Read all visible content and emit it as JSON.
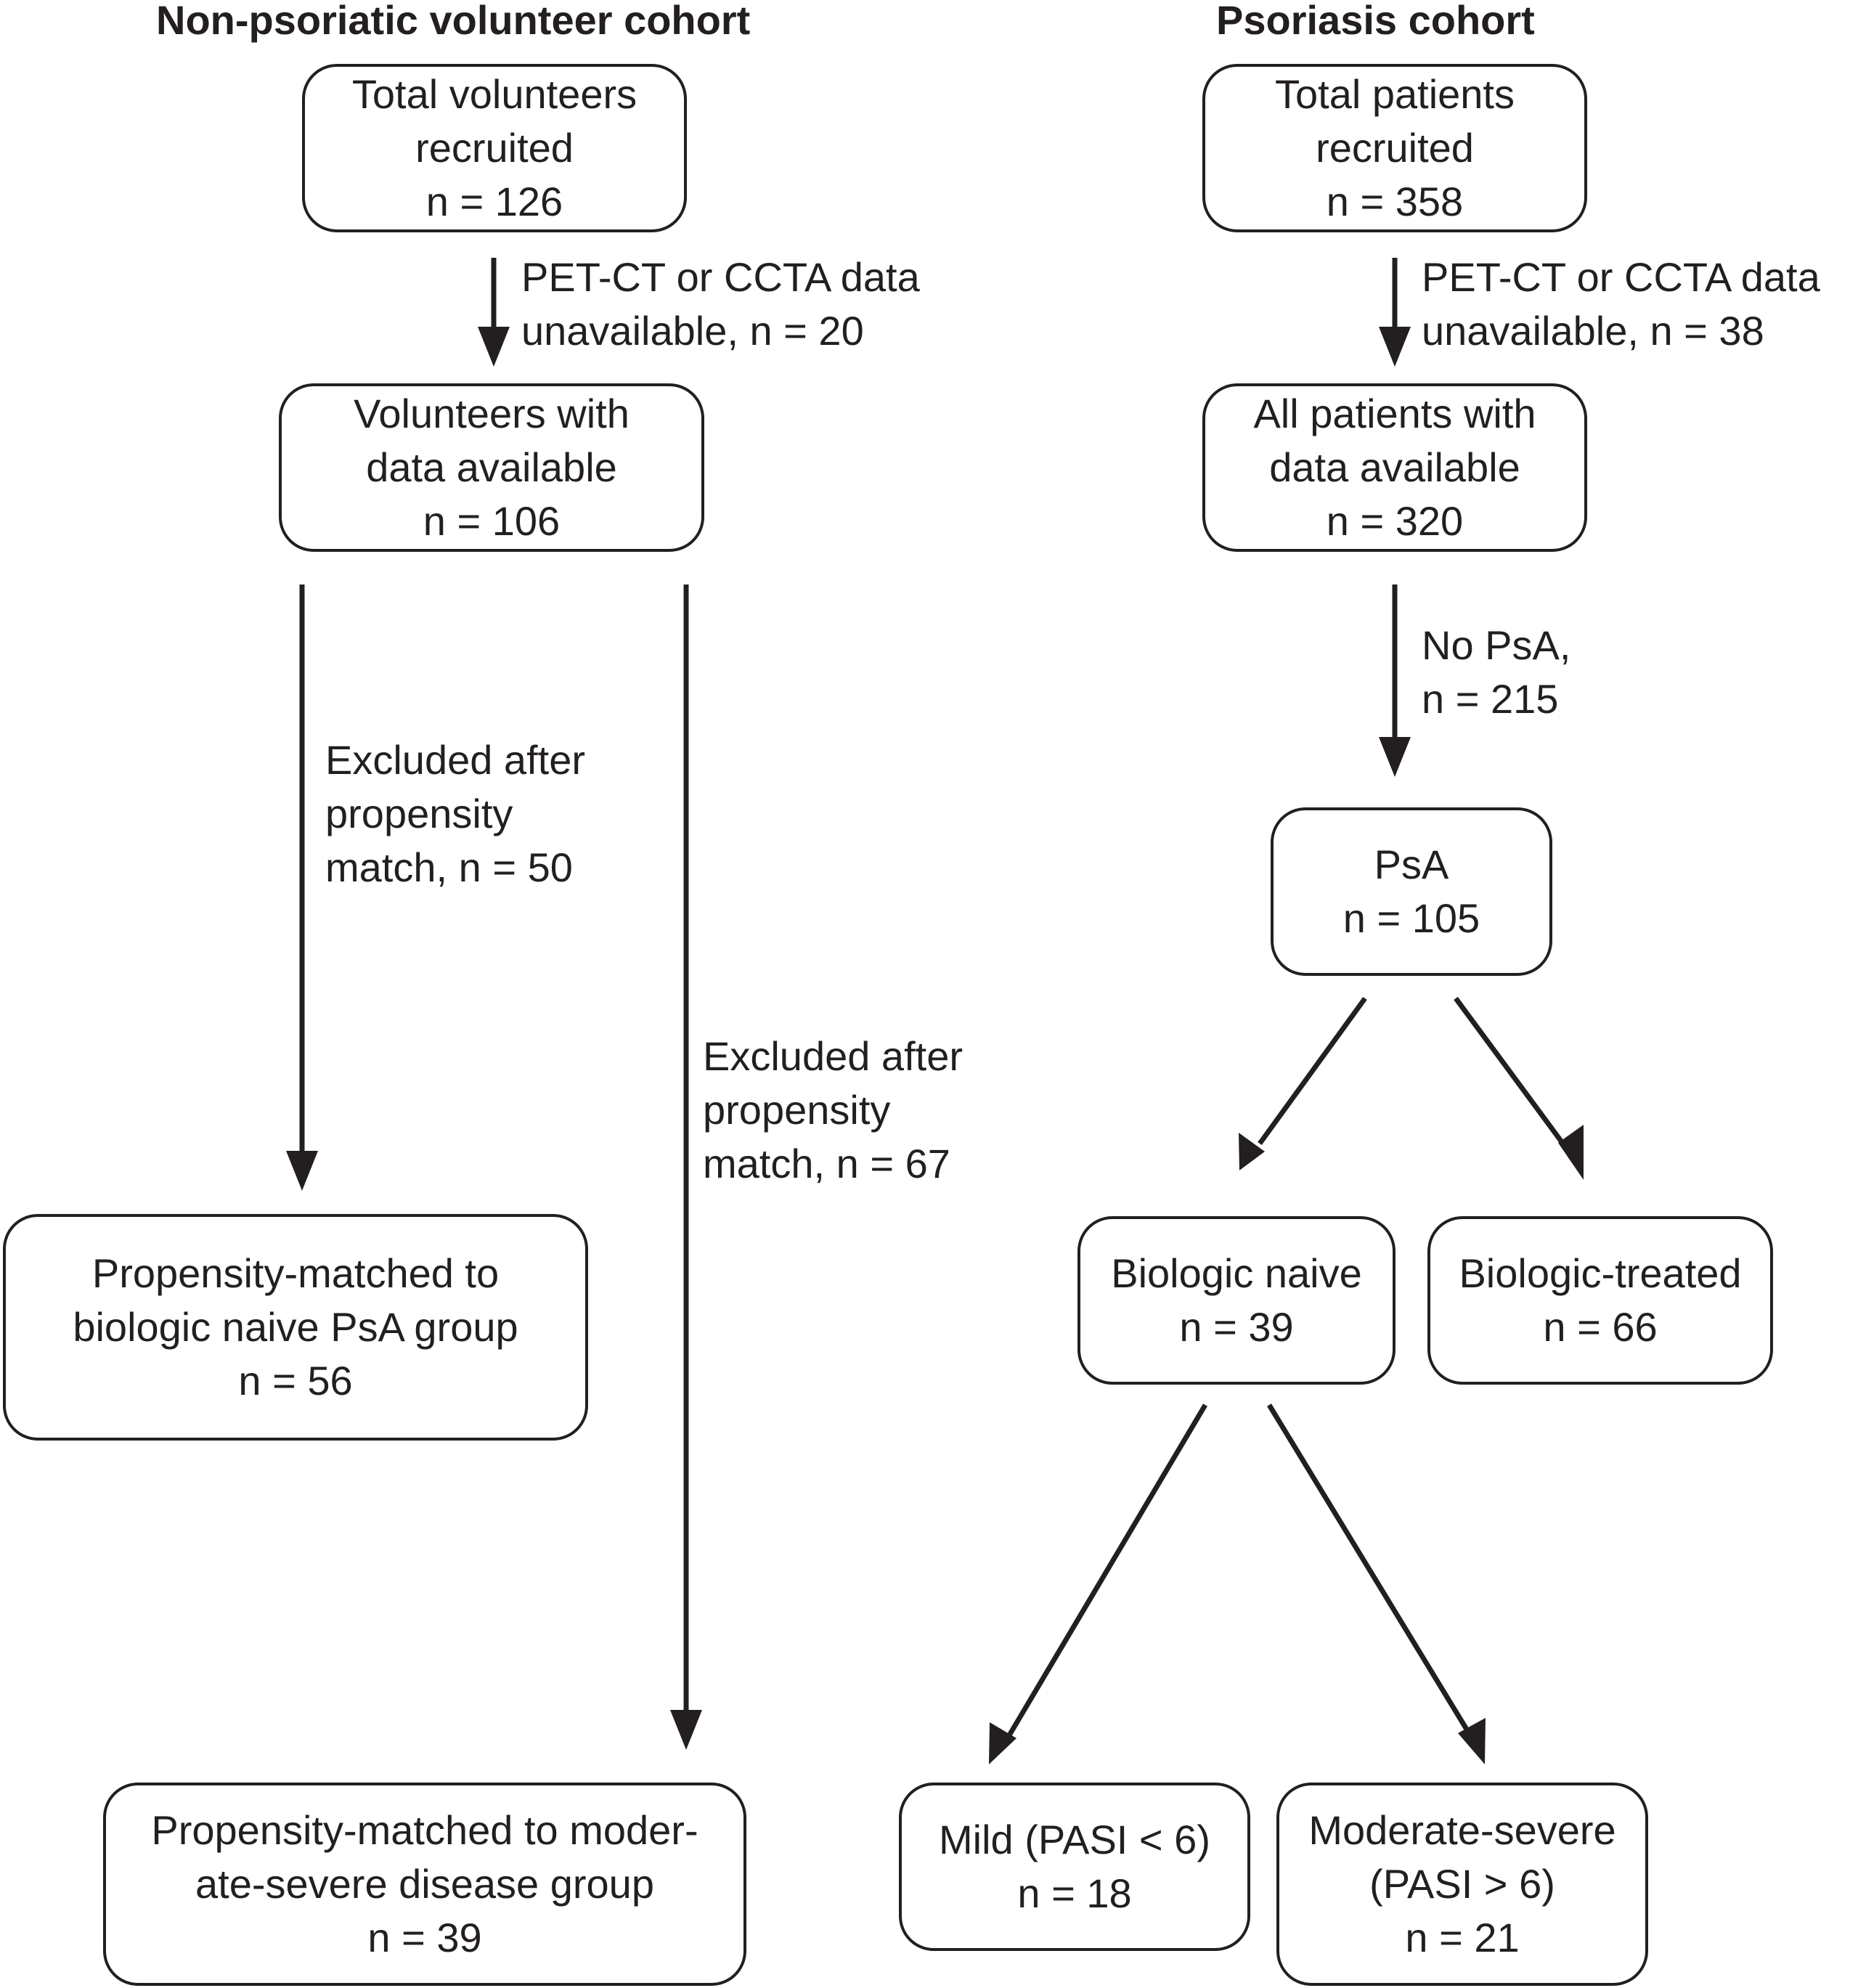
{
  "left_cohort": {
    "title": "Non-psoriatic volunteer cohort",
    "total": {
      "line1": "Total volunteers",
      "line2": "recruited",
      "n": "n = 126"
    },
    "excluded_unavailable": {
      "line1": "PET-CT or CCTA data",
      "line2": "unavailable, n =  20"
    },
    "with_data": {
      "line1": "Volunteers with",
      "line2": "data available",
      "n": "n = 106"
    },
    "excluded_match_1": {
      "line1": "Excluded after",
      "line2": "propensity",
      "line3": "match, n = 50"
    },
    "excluded_match_2": {
      "line1": "Excluded after",
      "line2": "propensity",
      "line3": "match, n = 67"
    },
    "matched_naive": {
      "line1": "Propensity-matched to",
      "line2": "biologic naive PsA group",
      "n": "n = 56"
    },
    "matched_severe": {
      "line1": "Propensity-matched to moder-",
      "line2": "ate-severe disease group",
      "n": "n = 39"
    }
  },
  "right_cohort": {
    "title": "Psoriasis cohort",
    "total": {
      "line1": "Total patients",
      "line2": "recruited",
      "n": "n = 358"
    },
    "excluded_unavailable": {
      "line1": "PET-CT or CCTA data",
      "line2": "unavailable, n = 38"
    },
    "with_data": {
      "line1": "All patients with",
      "line2": "data available",
      "n": "n = 320"
    },
    "no_psa": {
      "line1": "No PsA,",
      "line2": "n = 215"
    },
    "psa": {
      "line1": "PsA",
      "n": "n = 105"
    },
    "biologic_naive": {
      "line1": "Biologic naive",
      "n": "n = 39"
    },
    "biologic_treated": {
      "line1": "Biologic-treated",
      "n": "n = 66"
    },
    "mild": {
      "line1": "Mild (PASI < 6)",
      "n": "n = 18"
    },
    "moderate_severe": {
      "line1": "Moderate-severe",
      "line2": "(PASI > 6)",
      "n": "n = 21"
    }
  },
  "colors": {
    "ink": "#231f20",
    "background": "#ffffff"
  }
}
